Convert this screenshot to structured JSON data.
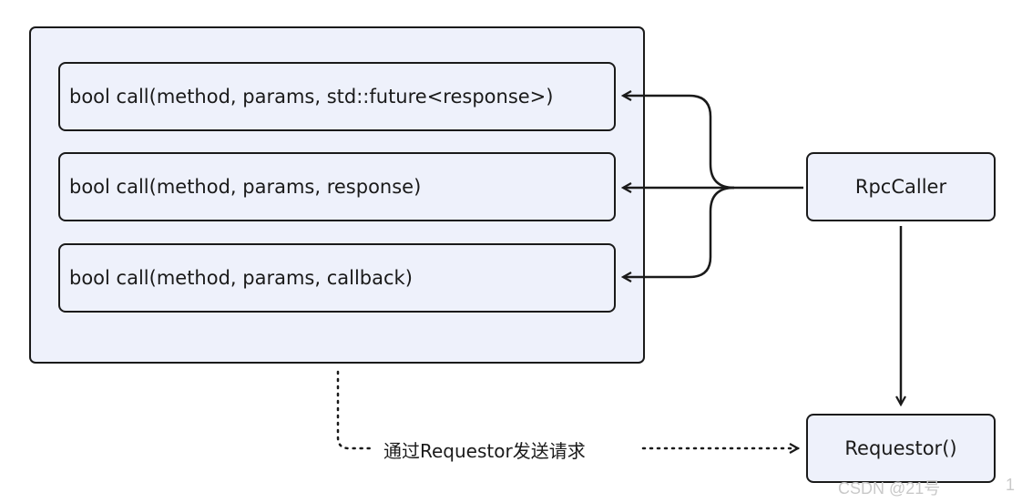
{
  "methods": [
    {
      "label": "bool call(method,  params, std::future<response>)"
    },
    {
      "label": "bool call(method,  params, response)"
    },
    {
      "label": "bool call(method,  params, callback)"
    }
  ],
  "nodes": {
    "rpc_caller": "RpcCaller",
    "requestor": "Requestor()"
  },
  "edge_label": "通过Requestor发送请求",
  "watermark": "CSDN @21号",
  "page_number": "1",
  "colors": {
    "box_fill": "#eef1fb",
    "stroke": "#1a1a1a",
    "watermark": "#c9c9c9"
  }
}
